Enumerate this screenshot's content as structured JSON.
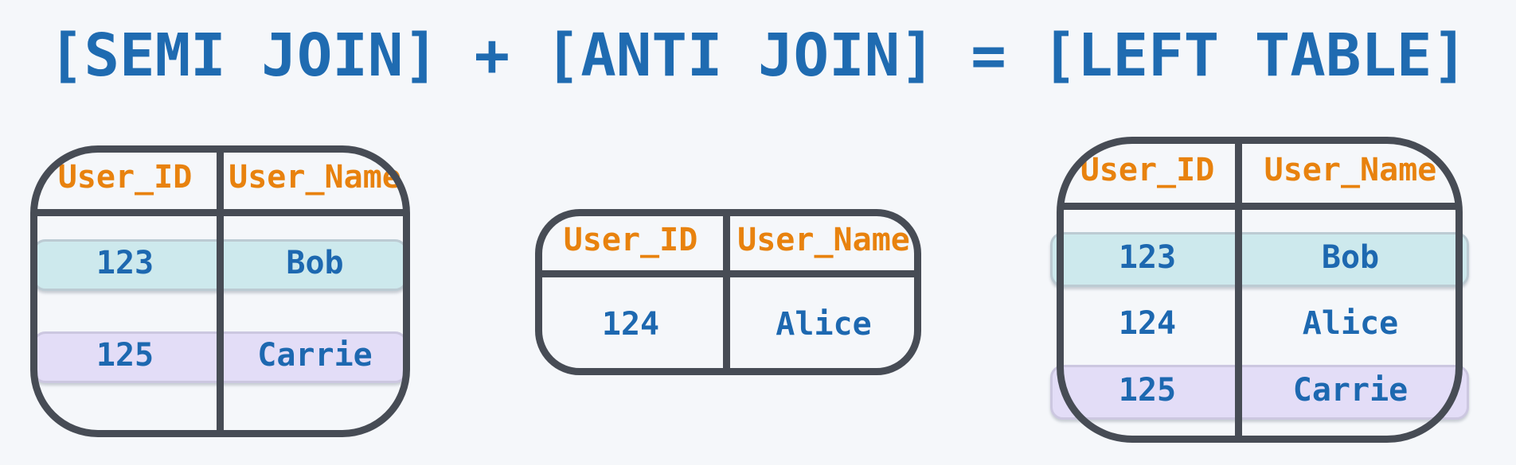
{
  "title": {
    "text": "[SEMI JOIN] + [ANTI JOIN] = [LEFT TABLE]"
  },
  "colors": {
    "background": "#f5f7fa",
    "title": "#1f6bb1",
    "header_text": "#e8820e",
    "cell_text": "#1d68b0",
    "table_border": "#474c55",
    "highlight_teal": "#cde9ed",
    "highlight_teal_border": "#bccbd3",
    "highlight_purple": "#e3ddf7",
    "highlight_purple_border": "#ccc7e0"
  },
  "tables": {
    "semi_join": {
      "columns": [
        "User_ID",
        "User_Name"
      ],
      "rows": [
        {
          "id": "123",
          "name": "Bob",
          "highlight": "teal"
        },
        {
          "id": "125",
          "name": "Carrie",
          "highlight": "purple"
        }
      ]
    },
    "anti_join": {
      "columns": [
        "User_ID",
        "User_Name"
      ],
      "rows": [
        {
          "id": "124",
          "name": "Alice",
          "highlight": "none"
        }
      ]
    },
    "left_table": {
      "columns": [
        "User_ID",
        "User_Name"
      ],
      "rows": [
        {
          "id": "123",
          "name": "Bob",
          "highlight": "teal"
        },
        {
          "id": "124",
          "name": "Alice",
          "highlight": "none"
        },
        {
          "id": "125",
          "name": "Carrie",
          "highlight": "purple"
        }
      ]
    }
  }
}
